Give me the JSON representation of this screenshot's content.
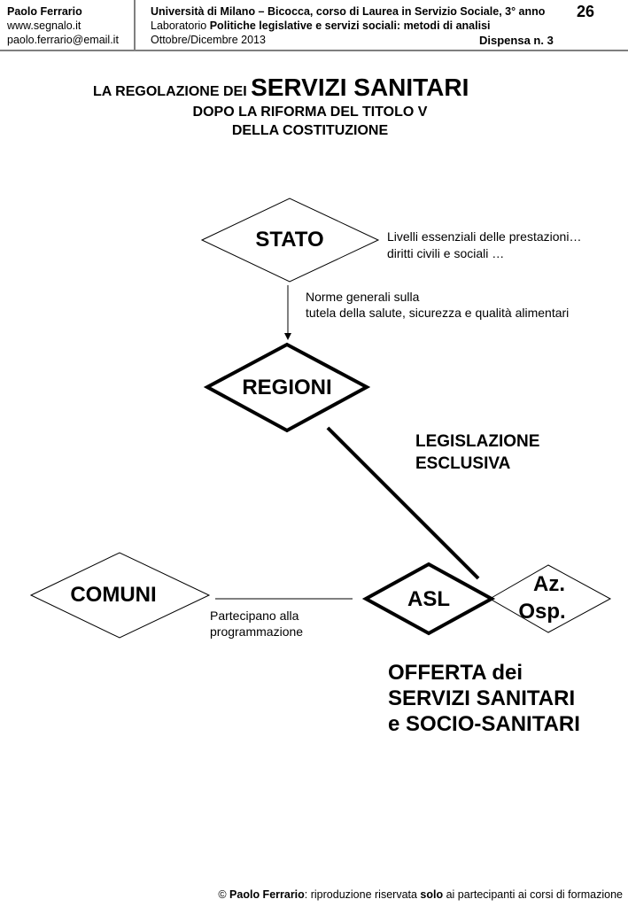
{
  "header": {
    "author": "Paolo Ferrario",
    "website": "www.segnalo.it",
    "email": "paolo.ferrario@email.it",
    "course_line": "Università di Milano – Bicocca, corso di  Laurea in Servizio Sociale, 3° anno",
    "lab_prefix": "Laboratorio ",
    "lab_title": "Politiche legislative e servizi sociali: metodi di analisi",
    "period": "Ottobre/Dicembre 2013",
    "dispensa": "Dispensa n. 3",
    "page_number": "26"
  },
  "title": {
    "prefix": "LA REGOLAZIONE DEI ",
    "main": "SERVIZI SANITARI",
    "line2": "DOPO LA RIFORMA DEL TITOLO V",
    "line3": "DELLA COSTITUZIONE"
  },
  "diagram": {
    "stato": "STATO",
    "stato_note": [
      "Livelli essenziali delle prestazioni…",
      "diritti civili e sociali …"
    ],
    "arrow_note": [
      "Norme generali sulla",
      "tutela della salute, sicurezza e qualità alimentari"
    ],
    "regioni": "REGIONI",
    "legislazione": [
      "LEGISLAZIONE",
      "ESCLUSIVA"
    ],
    "comuni": "COMUNI",
    "comuni_note": [
      "Partecipano alla",
      "programmazione"
    ],
    "asl": "ASL",
    "az_osp": [
      "Az.",
      "Osp."
    ],
    "offerta": [
      "OFFERTA dei",
      "SERVIZI SANITARI",
      "e SOCIO-SANITARI"
    ]
  },
  "footer": {
    "copyright": "© ",
    "author": "Paolo Ferrario",
    "text1": ": riproduzione riservata ",
    "solo": "solo",
    "text2": " ai partecipanti ai corsi di formazione"
  }
}
